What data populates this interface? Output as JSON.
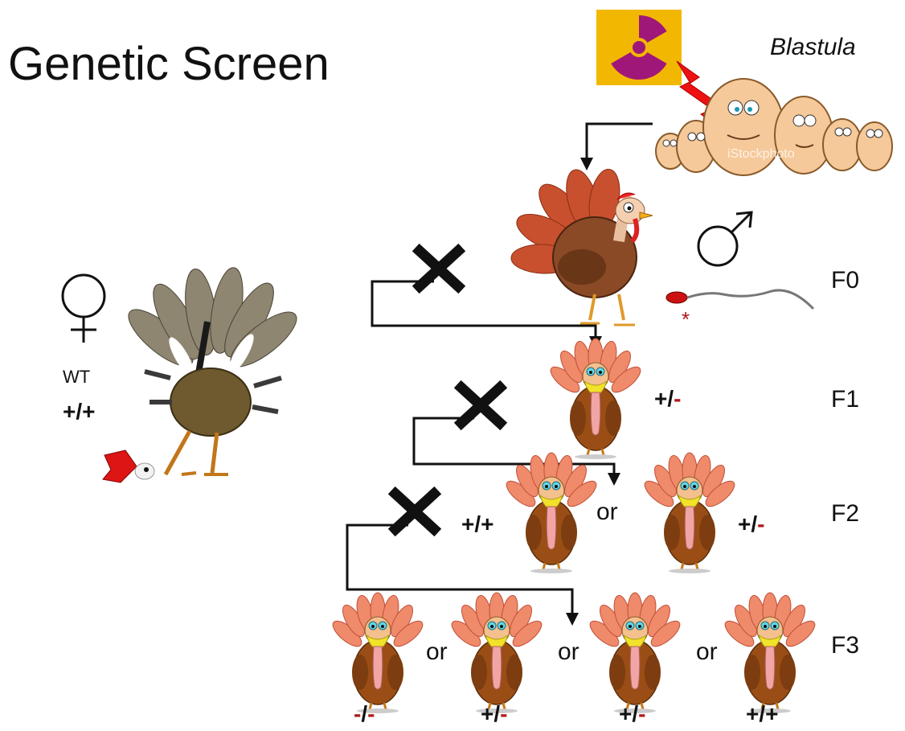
{
  "title": "Genetic Screen",
  "blastula_label": "Blastula",
  "female": {
    "symbol": "♀",
    "label": "WT",
    "genotype": "+/+"
  },
  "male": {
    "symbol": "♂"
  },
  "generations": [
    "F0",
    "F1",
    "F2",
    "F3"
  ],
  "mutation_mark": "*",
  "watermark": "iStockphoto",
  "colors": {
    "mutant_allele": "#b11a1a",
    "radiation_bg": "#f2b700",
    "radiation_symbol": "#a0177a",
    "lightning": "#ee1111"
  },
  "f1": {
    "genotype_wt": "+/",
    "genotype_mut": "-"
  },
  "f2": {
    "left": {
      "genotype": "+/+"
    },
    "or": "or",
    "right": {
      "genotype_wt": "+/",
      "genotype_mut": "-"
    }
  },
  "f3": {
    "or": "or",
    "items": [
      {
        "a": "-",
        "sep": "/",
        "b": "-"
      },
      {
        "a": "+",
        "sep": "/",
        "b": "-"
      },
      {
        "a": "+",
        "sep": "/",
        "b": "-"
      },
      {
        "a": "+",
        "sep": "/",
        "b": "+"
      }
    ]
  }
}
